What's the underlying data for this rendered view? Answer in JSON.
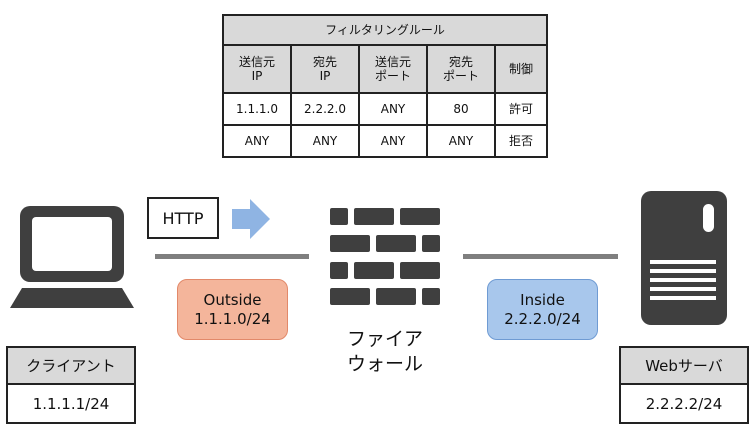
{
  "rules_table": {
    "title": "フィルタリングルール",
    "headers": [
      "送信元\nIP",
      "宛先\nIP",
      "送信元\nポート",
      "宛先\nポート",
      "制御"
    ],
    "rows": [
      [
        "1.1.1.0",
        "2.2.2.0",
        "ANY",
        "80",
        "許可"
      ],
      [
        "ANY",
        "ANY",
        "ANY",
        "ANY",
        "拒否"
      ]
    ]
  },
  "http_label": "HTTP",
  "outside_zone": {
    "name": "Outside",
    "network": "1.1.1.0/24"
  },
  "inside_zone": {
    "name": "Inside",
    "network": "2.2.2.0/24"
  },
  "firewall_label": [
    "ファイア",
    "ウォール"
  ],
  "client": {
    "name": "クライアント",
    "ip": "1.1.1.1/24"
  },
  "server": {
    "name": "Webサーバ",
    "ip": "2.2.2.2/24"
  },
  "colors": {
    "icon": "#3f3f3f",
    "line": "#7f7f7f",
    "outside_fill": "#f4b59b",
    "inside_fill": "#a8c7ec",
    "arrow": "#8fb4e3",
    "header_fill": "#d9d9d9"
  }
}
